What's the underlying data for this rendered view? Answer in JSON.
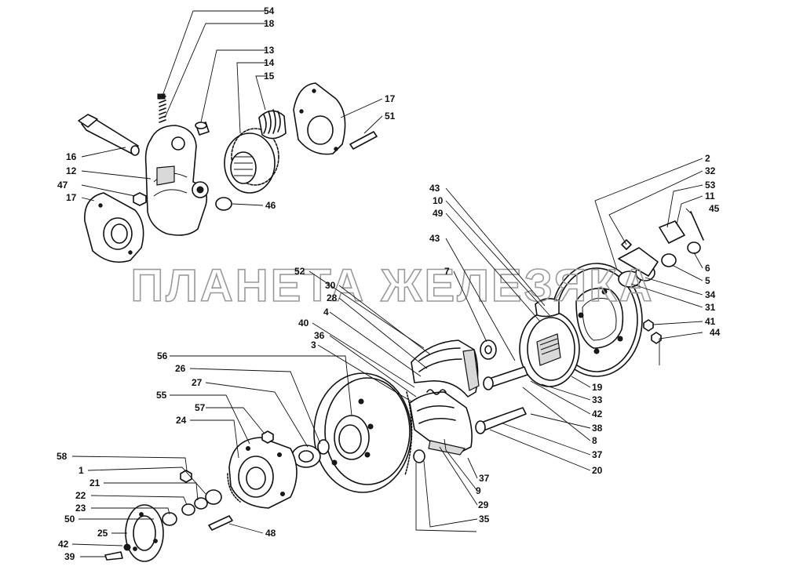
{
  "watermark": "ПЛАНЕТА ЖЕЛЕЗЯКА",
  "callouts": [
    {
      "id": "54",
      "text": "54"
    },
    {
      "id": "18",
      "text": "18"
    },
    {
      "id": "13",
      "text": "13"
    },
    {
      "id": "14",
      "text": "14"
    },
    {
      "id": "15",
      "text": "15"
    },
    {
      "id": "17a",
      "text": "17"
    },
    {
      "id": "51",
      "text": "51"
    },
    {
      "id": "16",
      "text": "16"
    },
    {
      "id": "12",
      "text": "12"
    },
    {
      "id": "47",
      "text": "47"
    },
    {
      "id": "17b",
      "text": "17"
    },
    {
      "id": "46",
      "text": "46"
    },
    {
      "id": "2",
      "text": "2"
    },
    {
      "id": "32",
      "text": "32"
    },
    {
      "id": "53",
      "text": "53"
    },
    {
      "id": "11",
      "text": "11"
    },
    {
      "id": "45",
      "text": "45"
    },
    {
      "id": "6",
      "text": "6"
    },
    {
      "id": "5",
      "text": "5"
    },
    {
      "id": "34",
      "text": "34"
    },
    {
      "id": "31",
      "text": "31"
    },
    {
      "id": "41",
      "text": "41"
    },
    {
      "id": "44",
      "text": "44"
    },
    {
      "id": "43a",
      "text": "43"
    },
    {
      "id": "10",
      "text": "10"
    },
    {
      "id": "49",
      "text": "49"
    },
    {
      "id": "43b",
      "text": "43"
    },
    {
      "id": "7",
      "text": "7"
    },
    {
      "id": "52",
      "text": "52"
    },
    {
      "id": "30",
      "text": "30"
    },
    {
      "id": "28",
      "text": "28"
    },
    {
      "id": "4",
      "text": "4"
    },
    {
      "id": "40",
      "text": "40"
    },
    {
      "id": "36",
      "text": "36"
    },
    {
      "id": "3",
      "text": "3"
    },
    {
      "id": "19",
      "text": "19"
    },
    {
      "id": "33",
      "text": "33"
    },
    {
      "id": "42a",
      "text": "42"
    },
    {
      "id": "38",
      "text": "38"
    },
    {
      "id": "8",
      "text": "8"
    },
    {
      "id": "37a",
      "text": "37"
    },
    {
      "id": "20",
      "text": "20"
    },
    {
      "id": "37b",
      "text": "37"
    },
    {
      "id": "9",
      "text": "9"
    },
    {
      "id": "29",
      "text": "29"
    },
    {
      "id": "35",
      "text": "35"
    },
    {
      "id": "56",
      "text": "56"
    },
    {
      "id": "26",
      "text": "26"
    },
    {
      "id": "27",
      "text": "27"
    },
    {
      "id": "55",
      "text": "55"
    },
    {
      "id": "57",
      "text": "57"
    },
    {
      "id": "24",
      "text": "24"
    },
    {
      "id": "58",
      "text": "58"
    },
    {
      "id": "1",
      "text": "1"
    },
    {
      "id": "21",
      "text": "21"
    },
    {
      "id": "22",
      "text": "22"
    },
    {
      "id": "23",
      "text": "23"
    },
    {
      "id": "50",
      "text": "50"
    },
    {
      "id": "25",
      "text": "25"
    },
    {
      "id": "48",
      "text": "48"
    },
    {
      "id": "42b",
      "text": "42"
    },
    {
      "id": "39",
      "text": "39"
    }
  ]
}
